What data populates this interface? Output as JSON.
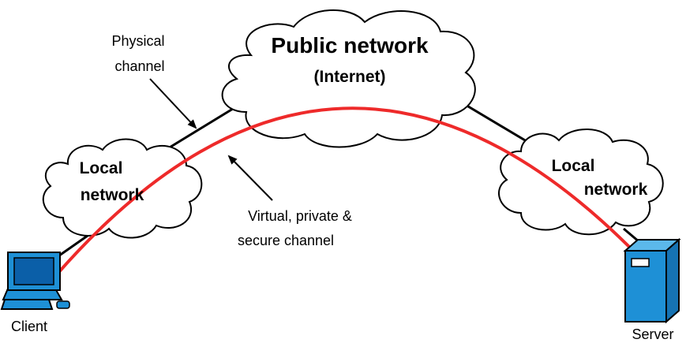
{
  "diagram": {
    "public_network": {
      "title": "Public network",
      "subtitle": "(Internet)"
    },
    "left_local_network": {
      "line1": "Local",
      "line2": "network"
    },
    "right_local_network": {
      "line1": "Local",
      "line2": "network"
    },
    "physical_channel": {
      "line1": "Physical",
      "line2": "channel"
    },
    "virtual_channel": {
      "line1": "Virtual, private &",
      "line2": "secure channel"
    },
    "client_label": "Client",
    "server_label": "Server"
  },
  "colors": {
    "secure_channel": "#ee2a2a",
    "device_blue": "#1e90d6",
    "cloud_fill": "#ffffff",
    "outline": "#000000"
  },
  "icons": {
    "client": "desktop-computer-icon",
    "server": "server-tower-icon",
    "clouds": "cloud-icon"
  }
}
